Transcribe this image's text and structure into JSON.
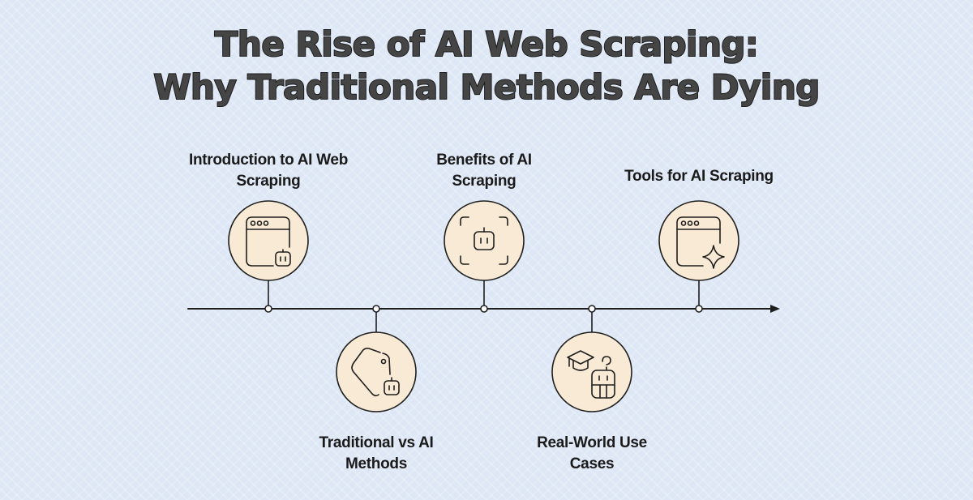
{
  "title": {
    "line1": "The Rise of AI Web Scraping:",
    "line2": "Why Traditional Methods Are Dying"
  },
  "colors": {
    "background": "#dde7f5",
    "circle_fill": "#f8ead4",
    "stroke": "#1f1f1f",
    "title_text": "#454545"
  },
  "timeline": {
    "direction": "left-to-right",
    "items": [
      {
        "label": "Introduction to AI Web\nScraping",
        "position": "above",
        "icon": "browser-window-robot-icon"
      },
      {
        "label": "Traditional vs AI\nMethods",
        "position": "below",
        "icon": "price-tag-robot-icon"
      },
      {
        "label": "Benefits of AI\nScraping",
        "position": "above",
        "icon": "robot-focus-frame-icon"
      },
      {
        "label": "Real-World Use\nCases",
        "position": "below",
        "icon": "graduation-cap-robot-icon"
      },
      {
        "label": "Tools for AI Scraping",
        "position": "above",
        "icon": "browser-window-sparkle-icon"
      }
    ]
  }
}
